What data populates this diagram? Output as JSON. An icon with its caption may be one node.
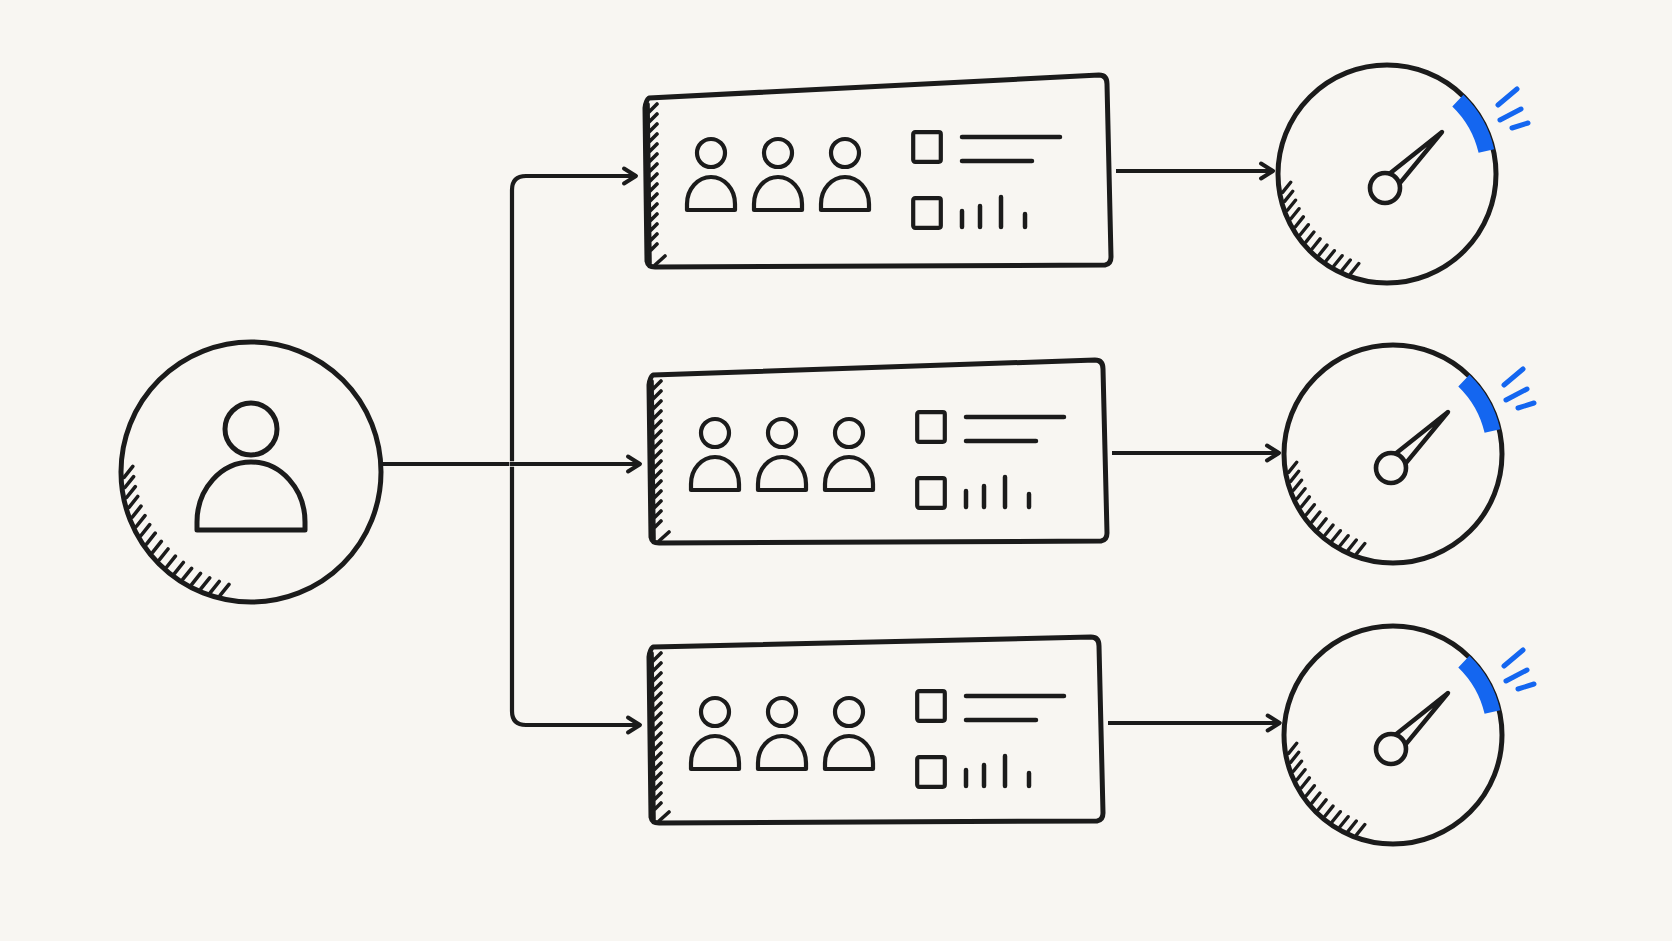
{
  "diagram": {
    "nodes": [
      {
        "text": [],
        "shape": "person"
      },
      {
        "text": [],
        "shape": "box"
      },
      {
        "text": [],
        "shape": "box"
      },
      {
        "text": [],
        "shape": "box"
      },
      {
        "text": [],
        "shape": "gauge"
      },
      {
        "text": [],
        "shape": "gauge"
      },
      {
        "text": [],
        "shape": "gauge"
      }
    ],
    "edges": [
      {
        "from": 0,
        "to": 1,
        "arrow": "to"
      },
      {
        "from": 0,
        "to": 2,
        "arrow": "to"
      },
      {
        "from": 0,
        "to": 3,
        "arrow": "to"
      },
      {
        "from": 1,
        "to": 4,
        "arrow": "to"
      },
      {
        "from": 2,
        "to": 5,
        "arrow": "to"
      },
      {
        "from": 3,
        "to": 6,
        "arrow": "to"
      }
    ]
  }
}
